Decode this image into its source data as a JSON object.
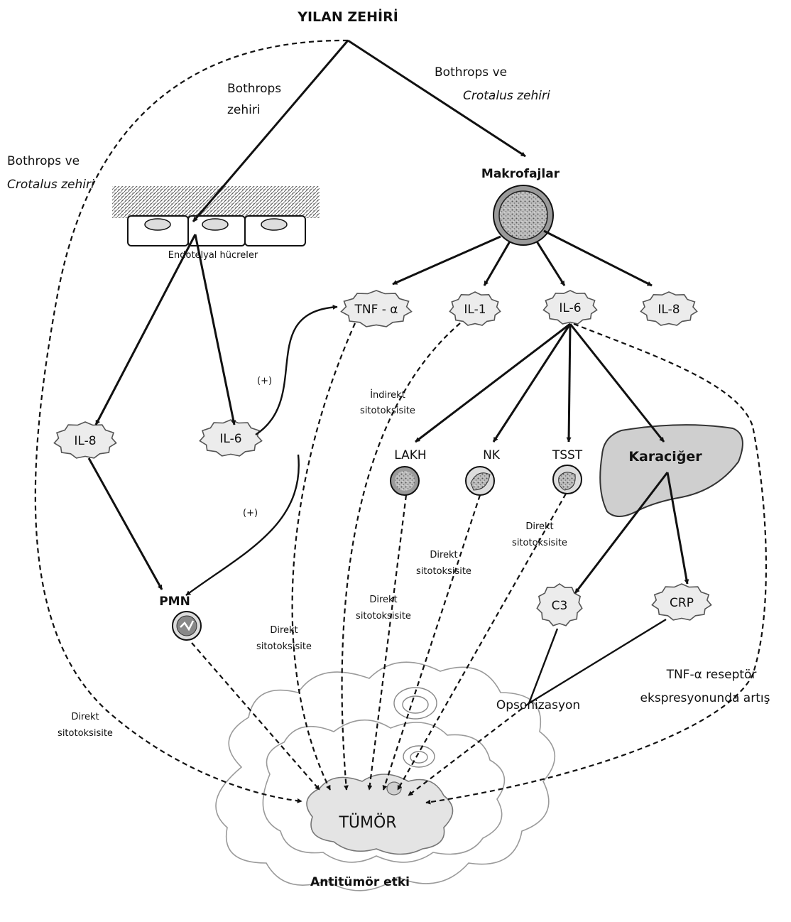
{
  "title": "YILAN ZEHİRİ",
  "routes": {
    "bothrops_left": "Bothrops",
    "bothrops_left_2": "zehiri",
    "bothrops_right": "Bothrops ve",
    "bothrops_right_2": "Crotalus zehiri",
    "outer_left": "Bothrops ve",
    "outer_left_2": "Crotalus zehiri"
  },
  "cells": {
    "endothelial": "Endotelyal hücreler",
    "macrophages": "Makrofajlar",
    "lakh": "LAKH",
    "nk": "NK",
    "tsst": "TSST",
    "liver": "Karaciğer",
    "pmn": "PMN"
  },
  "cytokines": {
    "tnf": "TNF - α",
    "il1": "IL-1",
    "il6_top": "IL-6",
    "il8_top": "IL-8",
    "il8_left": "IL-8",
    "il6_left": "IL-6",
    "c3": "C3",
    "crp": "CRP"
  },
  "labels": {
    "plus_1": "(+)",
    "plus_2": "(+)",
    "indirect_1": "İndirekt",
    "indirect_2": "sitotoksisite",
    "direct_nk_1": "Direkt",
    "direct_nk_2": "sitotoksisite",
    "direct_tsst_1": "Direkt",
    "direct_tsst_2": "sitotoksisite",
    "direct_lakh_1": "Direkt",
    "direct_lakh_2": "sitotoksisite",
    "direct_tnf_1": "Direkt",
    "direct_tnf_2": "sitotoksisite",
    "direct_outer_1": "Direkt",
    "direct_outer_2": "sitotoksisite",
    "opsonization": "Opsonizasyon",
    "tnf_receptor_1": "TNF-α reseptör",
    "tnf_receptor_2": "ekspresyonunda artış",
    "tumor": "TÜMÖR",
    "antitumor": "Antitümör etki"
  }
}
